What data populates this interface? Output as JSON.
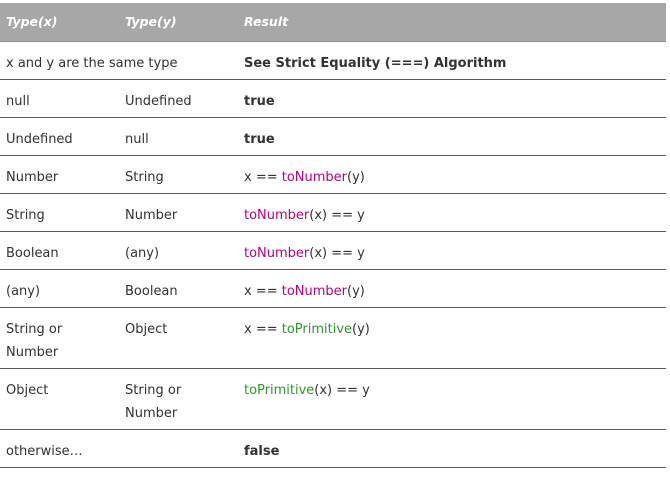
{
  "header": {
    "col1": "Type(x)",
    "col2": "Type(y)",
    "col3": "Result"
  },
  "rows": [
    {
      "x": "x and y are the same type",
      "y": "",
      "result": [
        {
          "t": "See Strict Equality (===) Algorithm",
          "style": "bold"
        }
      ]
    },
    {
      "x": "null",
      "y": "Undefined",
      "result": [
        {
          "t": "true",
          "style": "bold"
        }
      ]
    },
    {
      "x": "Undefined",
      "y": "null",
      "result": [
        {
          "t": "true",
          "style": "bold"
        }
      ]
    },
    {
      "x": "Number",
      "y": "String",
      "result": [
        {
          "t": "x == ",
          "style": "plain"
        },
        {
          "t": "toNumber",
          "style": "fn-num"
        },
        {
          "t": "(y)",
          "style": "plain"
        }
      ]
    },
    {
      "x": "String",
      "y": "Number",
      "result": [
        {
          "t": "toNumber",
          "style": "fn-num"
        },
        {
          "t": "(x) == y",
          "style": "plain"
        }
      ]
    },
    {
      "x": "Boolean",
      "y": "(any)",
      "result": [
        {
          "t": "toNumber",
          "style": "fn-num"
        },
        {
          "t": "(x) == y",
          "style": "plain"
        }
      ]
    },
    {
      "x": "(any)",
      "y": "Boolean",
      "result": [
        {
          "t": "x == ",
          "style": "plain"
        },
        {
          "t": "toNumber",
          "style": "fn-num"
        },
        {
          "t": "(y)",
          "style": "plain"
        }
      ]
    },
    {
      "x": "String or Number",
      "y": "Object",
      "result": [
        {
          "t": "x == ",
          "style": "plain"
        },
        {
          "t": "toPrimitive",
          "style": "fn-prim"
        },
        {
          "t": "(y)",
          "style": "plain"
        }
      ]
    },
    {
      "x": "Object",
      "y": "String or Number",
      "result": [
        {
          "t": "toPrimitive",
          "style": "fn-prim"
        },
        {
          "t": "(x) == y",
          "style": "plain"
        }
      ]
    },
    {
      "x": "otherwise…",
      "y": "",
      "result": [
        {
          "t": "false",
          "style": "bold"
        }
      ]
    }
  ],
  "colors": {
    "header_bg": "#a7a7a7",
    "toNumber": "#c0007a",
    "toPrimitive": "#2e9a2e"
  }
}
